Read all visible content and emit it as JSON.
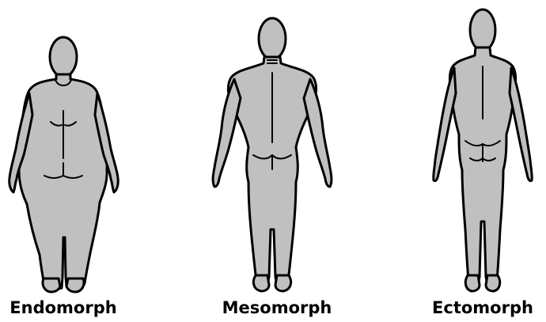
{
  "figures": [
    {
      "label": "Endomorph"
    },
    {
      "label": "Mesomorph"
    },
    {
      "label": "Ectomorph"
    }
  ],
  "colors": {
    "body_fill": "#c0c0c0",
    "outline": "#000000",
    "background": "#ffffff"
  }
}
